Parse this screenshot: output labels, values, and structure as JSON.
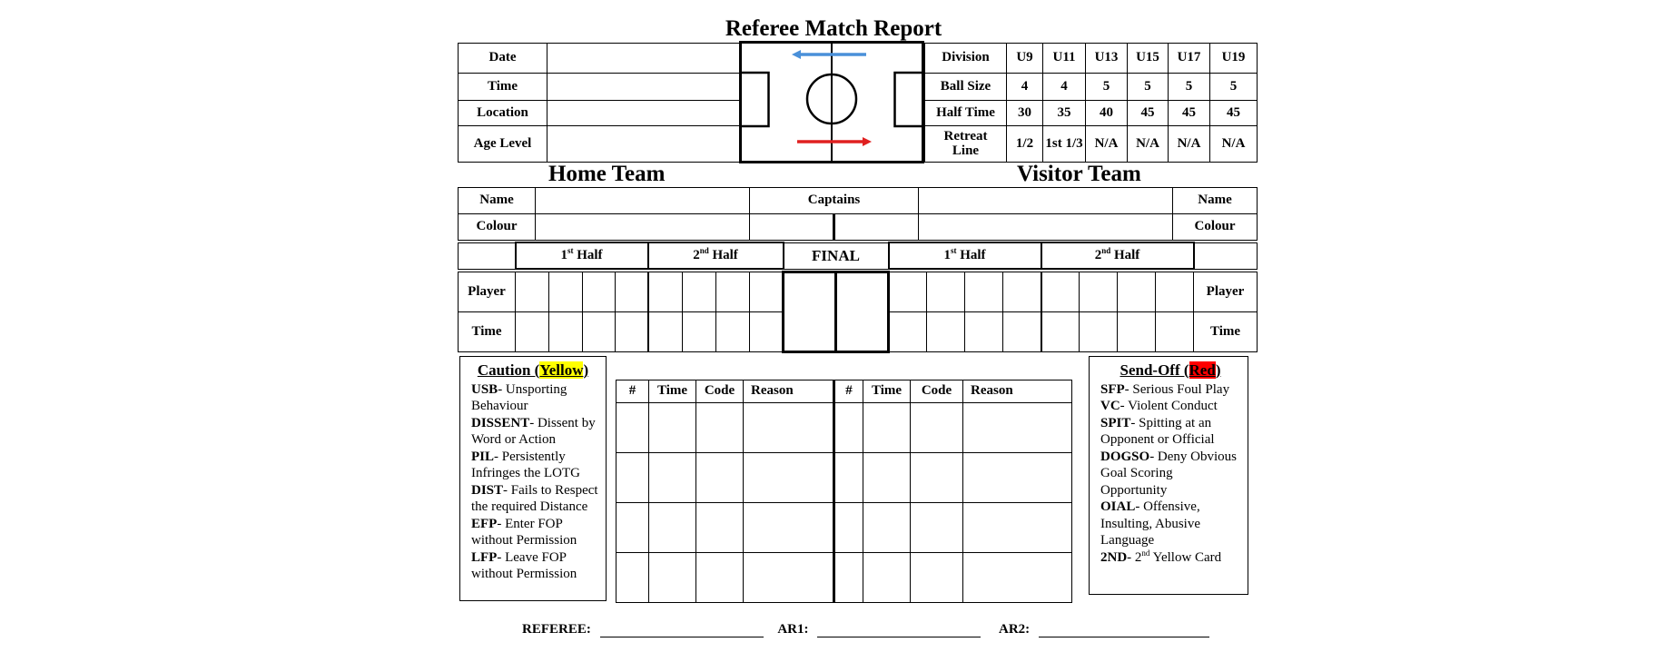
{
  "title": "Referee Match Report",
  "match_info": {
    "date": "Date",
    "time": "Time",
    "location": "Location",
    "age_level": "Age Level"
  },
  "pitch": {
    "arrow_top_color": "#4a90d9",
    "arrow_bottom_color": "#e02020"
  },
  "division_table": {
    "rows": [
      {
        "label": "Division",
        "values": [
          "U9",
          "U11",
          "U13",
          "U15",
          "U17",
          "U19"
        ]
      },
      {
        "label": "Ball Size",
        "values": [
          "4",
          "4",
          "5",
          "5",
          "5",
          "5"
        ]
      },
      {
        "label": "Half Time",
        "values": [
          "30",
          "35",
          "40",
          "45",
          "45",
          "45"
        ]
      },
      {
        "label": "Retreat Line",
        "values": [
          "1/2",
          "1st 1/3",
          "N/A",
          "N/A",
          "N/A",
          "N/A"
        ]
      }
    ]
  },
  "teams": {
    "home": "Home Team",
    "visitor": "Visitor Team"
  },
  "team_table": {
    "name": "Name",
    "colour": "Colour",
    "captains": "Captains"
  },
  "score": {
    "half1": "1",
    "half1_sup": "st",
    "half_word": " Half",
    "half2": "2",
    "half2_sup": "nd",
    "final": "FINAL",
    "player": "Player",
    "time": "Time"
  },
  "caution": {
    "title_prefix": "Caution (",
    "title_color_word": "Yellow",
    "title_suffix": ")",
    "items": [
      {
        "code": "USB",
        "text": "- Unsporting Behaviour"
      },
      {
        "code": "DISSENT",
        "text": "- Dissent by Word or Action"
      },
      {
        "code": "PIL",
        "text": "- Persistently Infringes the LOTG"
      },
      {
        "code": "DIST",
        "text": "- Fails to Respect the required Distance"
      },
      {
        "code": "EFP",
        "text": "- Enter FOP without Permission"
      },
      {
        "code": "LFP",
        "text": "- Leave FOP without Permission"
      }
    ]
  },
  "sendoff": {
    "title_prefix": "Send-Off (",
    "title_color_word": "Red",
    "title_suffix": ")",
    "items": [
      {
        "code": "SFP",
        "text": "- Serious Foul Play"
      },
      {
        "code": "VC",
        "text": "- Violent Conduct"
      },
      {
        "code": "SPIT",
        "text": "- Spitting at an Opponent or Official"
      },
      {
        "code": "DOGSO",
        "text": "- Deny Obvious Goal Scoring Opportunity"
      },
      {
        "code": "OIAL",
        "text": "- Offensive, Insulting, Abusive Language"
      },
      {
        "code": "2ND",
        "text": "- 2",
        "sup": "nd",
        "text2": " Yellow Card"
      }
    ]
  },
  "discipline_table": {
    "headers": [
      "#",
      "Time",
      "Code",
      "Reason"
    ]
  },
  "signatures": {
    "referee": "REFEREE:",
    "ar1": "AR1:",
    "ar2": "AR2:"
  }
}
